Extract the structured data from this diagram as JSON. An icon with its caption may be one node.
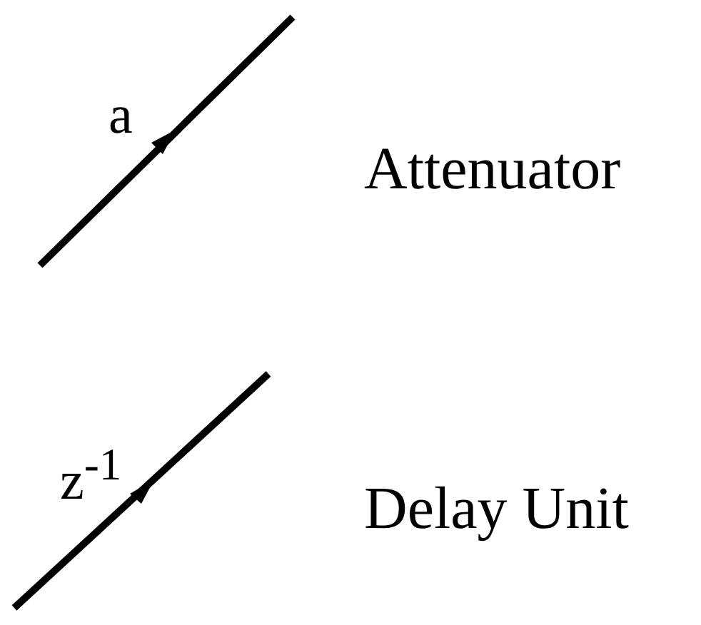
{
  "diagram": {
    "labels": [
      "a",
      "Attenuator",
      "z$^{-1}$",
      "Delay Unit"
    ]
  }
}
